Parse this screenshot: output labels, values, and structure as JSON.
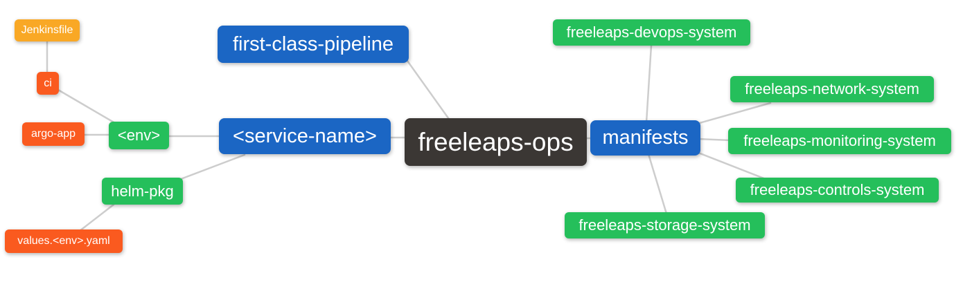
{
  "diagram": {
    "type": "mindmap",
    "background": "#ffffff",
    "palette": {
      "blue": "#1b66c4",
      "green": "#25bf5b",
      "orange": "#f9a825",
      "red": "#fa5a1f",
      "dark": "#3b3734",
      "edge": "#cdcdcd",
      "text": "#ffffff"
    },
    "root_label": "freeleaps-ops",
    "nodes": [
      {
        "id": "jenkinsfile",
        "label": "Jenkinsfile",
        "color": "orange"
      },
      {
        "id": "ci",
        "label": "ci",
        "color": "red"
      },
      {
        "id": "argo-app",
        "label": "argo-app",
        "color": "red"
      },
      {
        "id": "env",
        "label": "<env>",
        "color": "green"
      },
      {
        "id": "helm-pkg",
        "label": "helm-pkg",
        "color": "green"
      },
      {
        "id": "values-env-yaml",
        "label": "values.<env>.yaml",
        "color": "red"
      },
      {
        "id": "first-class-pipeline",
        "label": "first-class-pipeline",
        "color": "blue"
      },
      {
        "id": "service-name",
        "label": "<service-name>",
        "color": "blue"
      },
      {
        "id": "freeleaps-ops",
        "label": "freeleaps-ops",
        "color": "dark"
      },
      {
        "id": "manifests",
        "label": "manifests",
        "color": "blue"
      },
      {
        "id": "freeleaps-devops-system",
        "label": "freeleaps-devops-system",
        "color": "green"
      },
      {
        "id": "freeleaps-network-system",
        "label": "freeleaps-network-system",
        "color": "green"
      },
      {
        "id": "freeleaps-monitoring-system",
        "label": "freeleaps-monitoring-system",
        "color": "green"
      },
      {
        "id": "freeleaps-controls-system",
        "label": "freeleaps-controls-system",
        "color": "green"
      },
      {
        "id": "freeleaps-storage-system",
        "label": "freeleaps-storage-system",
        "color": "green"
      }
    ],
    "edges": [
      {
        "from": "ci",
        "to": "jenkinsfile"
      },
      {
        "from": "env",
        "to": "ci"
      },
      {
        "from": "env",
        "to": "argo-app"
      },
      {
        "from": "service-name",
        "to": "env"
      },
      {
        "from": "service-name",
        "to": "helm-pkg"
      },
      {
        "from": "helm-pkg",
        "to": "values-env-yaml"
      },
      {
        "from": "freeleaps-ops",
        "to": "first-class-pipeline"
      },
      {
        "from": "freeleaps-ops",
        "to": "service-name"
      },
      {
        "from": "freeleaps-ops",
        "to": "manifests"
      },
      {
        "from": "manifests",
        "to": "freeleaps-devops-system"
      },
      {
        "from": "manifests",
        "to": "freeleaps-network-system"
      },
      {
        "from": "manifests",
        "to": "freeleaps-monitoring-system"
      },
      {
        "from": "manifests",
        "to": "freeleaps-controls-system"
      },
      {
        "from": "manifests",
        "to": "freeleaps-storage-system"
      }
    ]
  }
}
